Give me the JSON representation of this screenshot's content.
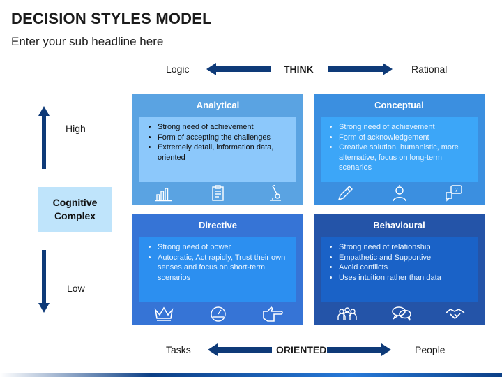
{
  "title": "DECISION STYLES MODEL",
  "subtitle": "Enter your sub headline here",
  "top_axis": {
    "left": "Logic",
    "center": "THINK",
    "right": "Rational"
  },
  "bottom_axis": {
    "left": "Tasks",
    "center": "ORIENTED",
    "right": "People"
  },
  "vertical_axis": {
    "high": "High",
    "low": "Low",
    "center_line1": "Cognitive",
    "center_line2": "Complex"
  },
  "colors": {
    "arrow": "#0e3a78",
    "analytical": "#5aa3e2",
    "conceptual": "#3b8fe0",
    "directive": "#3674d6",
    "behavioural": "#2454a8",
    "cognitive_box": "#bfe4fb"
  },
  "quadrants": {
    "analytical": {
      "title": "Analytical",
      "bullets": [
        "Strong need of achievement",
        "Form of accepting the challenges",
        "Extremely detail, information data, oriented"
      ],
      "icons": [
        "bar-chart-icon",
        "clipboard-icon",
        "microscope-icon"
      ]
    },
    "conceptual": {
      "title": "Conceptual",
      "bullets": [
        "Strong need of achievement",
        "Form of acknowledgement",
        "Creative solution, humanistic, more alternative, focus on long-term scenarios"
      ],
      "icons": [
        "pencil-icon",
        "person-idea-icon",
        "question-chat-icon"
      ]
    },
    "directive": {
      "title": "Directive",
      "bullets": [
        "Strong need of power",
        "Autocratic, Act rapidly, Trust their own senses and focus on short-term scenarios"
      ],
      "icons": [
        "crown-icon",
        "gauge-icon",
        "pointing-hand-icon"
      ]
    },
    "behavioural": {
      "title": "Behavioural",
      "bullets": [
        "Strong need of relationship",
        "Empathetic and Supportive",
        "Avoid conflicts",
        "Uses intuition rather than data"
      ],
      "icons": [
        "team-icon",
        "chat-bubbles-icon",
        "handshake-icon"
      ]
    }
  }
}
